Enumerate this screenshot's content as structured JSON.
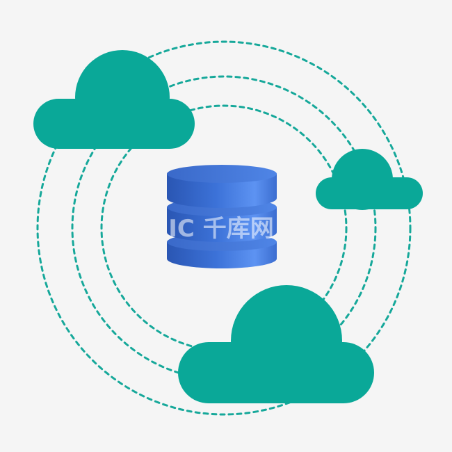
{
  "colors": {
    "background": "#f5f5f5",
    "cloud": "#0aa898",
    "ring": "#16a89a",
    "db_light": "#5b8ef0",
    "db_mid": "#3a6fd6",
    "db_dark": "#234ea8",
    "watermark": "#ffffff"
  },
  "diagram": {
    "rings": 3,
    "clouds": 3,
    "database_stack_layers": 3
  },
  "watermark": {
    "text": "IC 千库网"
  }
}
